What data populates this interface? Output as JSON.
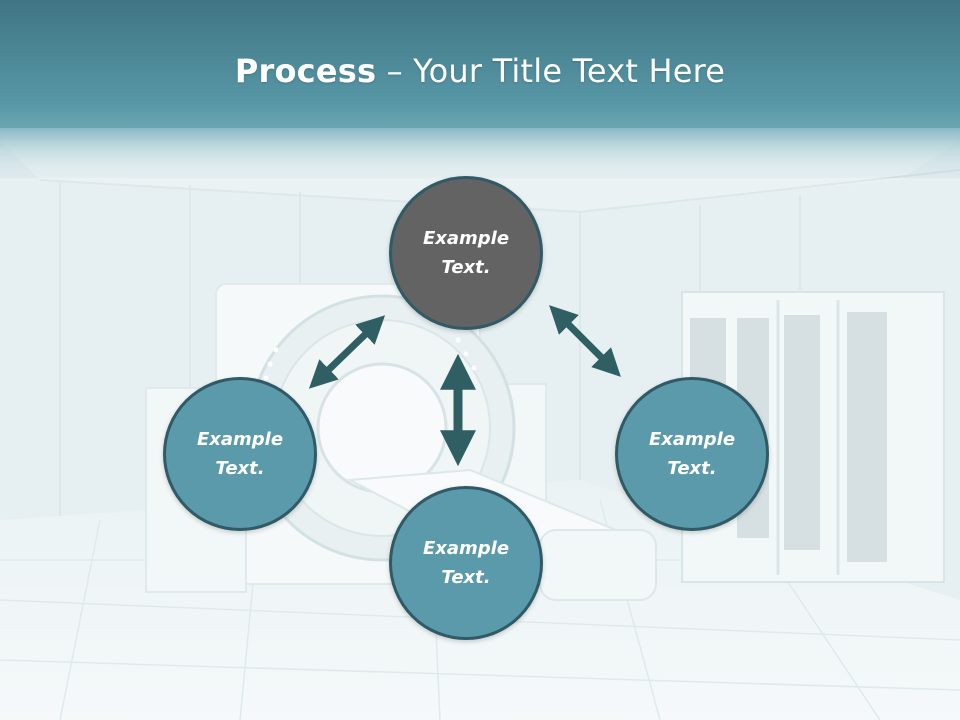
{
  "slide": {
    "title_bold": "Process",
    "title_rest": " – Your Title Text Here"
  },
  "nodes": [
    {
      "id": "top",
      "text": "Example Text.",
      "color": "#636363"
    },
    {
      "id": "left",
      "text": "Example Text.",
      "color": "#5a9aaa"
    },
    {
      "id": "bottom",
      "text": "Example Text.",
      "color": "#5a9aaa"
    },
    {
      "id": "right",
      "text": "Example Text.",
      "color": "#5a9aaa"
    }
  ],
  "colors": {
    "header_band": "#4a8796",
    "arrow": "#2f5f63",
    "node_border": "#2f5a66"
  }
}
